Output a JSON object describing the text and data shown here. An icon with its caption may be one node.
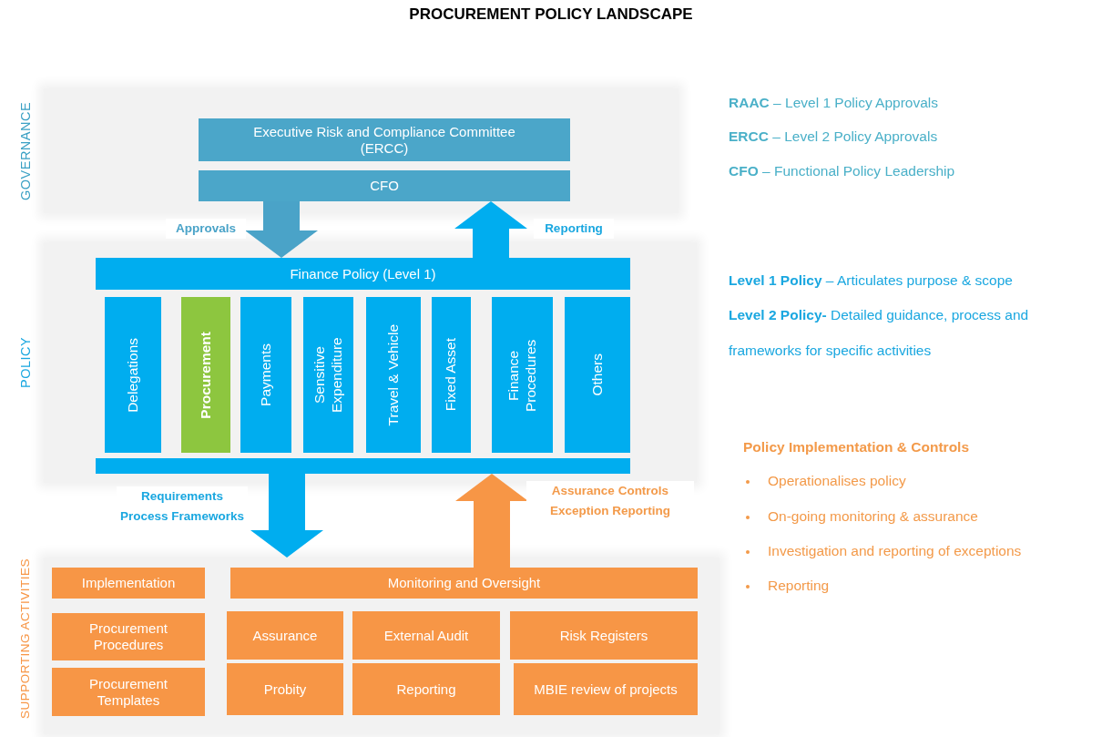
{
  "diagram": {
    "title": "PROCUREMENT POLICY LANDSCAPE",
    "nodes": [
      {
        "text": [
          "GOVERNANCE"
        ]
      },
      {
        "text": [
          "Executive Risk and Compliance Committee (ERCC)"
        ],
        "in": 0
      },
      {
        "text": [
          "CFO"
        ],
        "in": 0
      },
      {
        "text": [
          "POLICY"
        ]
      },
      {
        "text": [
          "Finance Policy (Level 1)"
        ],
        "in": 3
      },
      {
        "text": [
          "Delegations"
        ],
        "in": 3
      },
      {
        "text": [
          "Procurement"
        ],
        "in": 3
      },
      {
        "text": [
          "Payments"
        ],
        "in": 3
      },
      {
        "text": [
          "Sensitive Expenditure"
        ],
        "in": 3
      },
      {
        "text": [
          "Travel & Vehicle"
        ],
        "in": 3
      },
      {
        "text": [
          "Fixed Asset"
        ],
        "in": 3
      },
      {
        "text": [
          "Finance Procedures"
        ],
        "in": 3
      },
      {
        "text": [
          "Others"
        ],
        "in": 3
      },
      {
        "text": [],
        "shape": "bar",
        "in": 3
      },
      {
        "text": [
          "SUPPORTING ACTIVITIES"
        ]
      },
      {
        "text": [
          "Implementation"
        ],
        "in": 14
      },
      {
        "text": [
          "Procurement Procedures"
        ],
        "in": 14
      },
      {
        "text": [
          "Procurement Templates"
        ],
        "in": 14
      },
      {
        "text": [
          "Monitoring and Oversight"
        ],
        "in": 14
      },
      {
        "text": [
          "Assurance"
        ],
        "in": 14
      },
      {
        "text": [
          "External Audit"
        ],
        "in": 14
      },
      {
        "text": [
          "Risk Registers"
        ],
        "in": 14
      },
      {
        "text": [
          "Probity"
        ],
        "in": 14
      },
      {
        "text": [
          "Reporting"
        ],
        "in": 14
      },
      {
        "text": [
          "MBIE review of projects"
        ],
        "in": 14
      }
    ],
    "edges": [
      {
        "from": 2,
        "to": 4,
        "arrow": "to",
        "label": "Approvals",
        "color": "#4aa3c8"
      },
      {
        "from": 4,
        "to": 2,
        "arrow": "to",
        "label": "Reporting"
      },
      {
        "from": 13,
        "to": 14,
        "arrow": "to",
        "label": "Requirements Process Frameworks"
      },
      {
        "from": 18,
        "to": 13,
        "arrow": "to",
        "label": "Assurance Controls Exception Reporting",
        "color": "#f79646"
      }
    ],
    "labels": [
      "**RAAC** – Level 1 Policy Approvals",
      "**ERCC** – Level 2 Policy Approvals",
      "**CFO** – Functional Policy Leadership",
      "**Level 1 Policy** – Articulates purpose & scope",
      "**Level 2 Policy-** Detailed guidance, process and frameworks for specific activities",
      "Policy Implementation & Controls",
      "Operationalises policy",
      "On-going monitoring & assurance",
      "Investigation and reporting of exceptions",
      "Reporting"
    ]
  }
}
